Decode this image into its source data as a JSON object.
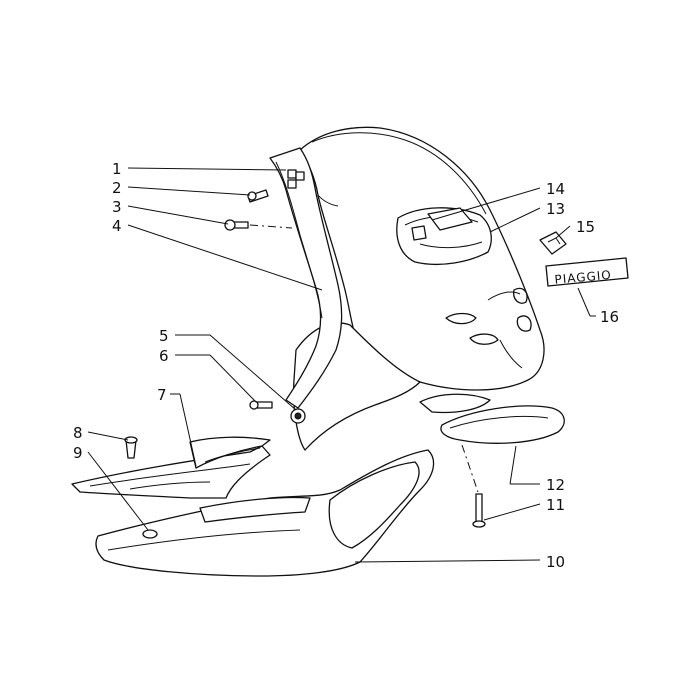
{
  "part_labels": [
    {
      "id": "1",
      "text": "1"
    },
    {
      "id": "2",
      "text": "2"
    },
    {
      "id": "3",
      "text": "3"
    },
    {
      "id": "4",
      "text": "4"
    },
    {
      "id": "5",
      "text": "5"
    },
    {
      "id": "6",
      "text": "6"
    },
    {
      "id": "7",
      "text": "7"
    },
    {
      "id": "8",
      "text": "8"
    },
    {
      "id": "9",
      "text": "9"
    },
    {
      "id": "10",
      "text": "10"
    },
    {
      "id": "11",
      "text": "11"
    },
    {
      "id": "12",
      "text": "12"
    },
    {
      "id": "13",
      "text": "13"
    },
    {
      "id": "14",
      "text": "14"
    },
    {
      "id": "15",
      "text": "15"
    },
    {
      "id": "16",
      "text": "16"
    }
  ],
  "badge": {
    "text": "PIAGGIO"
  }
}
